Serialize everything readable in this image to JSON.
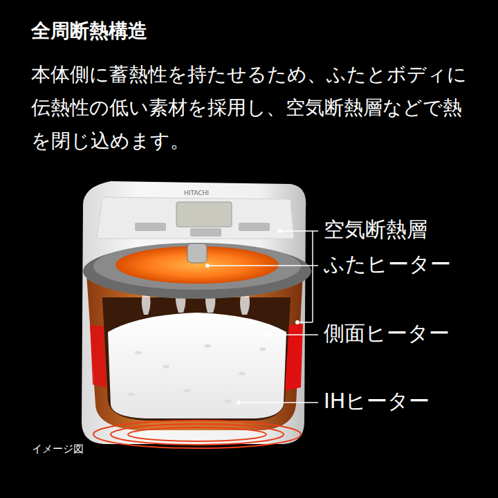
{
  "diagram": {
    "title": "全周断熱構造",
    "labels": [
      "本体側に蓄熱性を持たせるため、ふたとボディに伝熱性の低い素材を採用し、空気断熱層などで熱を閉じ込めます。",
      "空気断熱層",
      "ふたヒーター",
      "側面ヒーター",
      "IHヒーター",
      "イメージ図",
      "HITACHI"
    ]
  }
}
